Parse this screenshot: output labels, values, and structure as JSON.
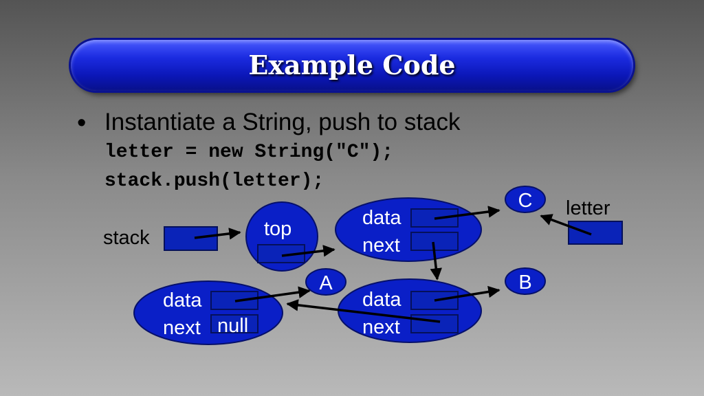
{
  "slide": {
    "title": "Example Code",
    "bullet": "Instantiate a String, push to stack",
    "code_lines": [
      "letter = new String(\"C\");",
      "stack.push(letter);"
    ]
  },
  "diagram": {
    "variables": {
      "stack": "stack",
      "letter": "letter"
    },
    "top_node": {
      "label": "top"
    },
    "node_new": {
      "data": "data",
      "next": "next"
    },
    "node_b": {
      "data": "data",
      "next": "next"
    },
    "node_a": {
      "data": "data",
      "next": "next",
      "null": "null"
    },
    "values": {
      "c": "C",
      "b": "B",
      "a": "A"
    }
  },
  "colors": {
    "node_fill": "#0a1fc7",
    "box_fill": "#0a23b8",
    "title_blue": "#1b2be0"
  }
}
